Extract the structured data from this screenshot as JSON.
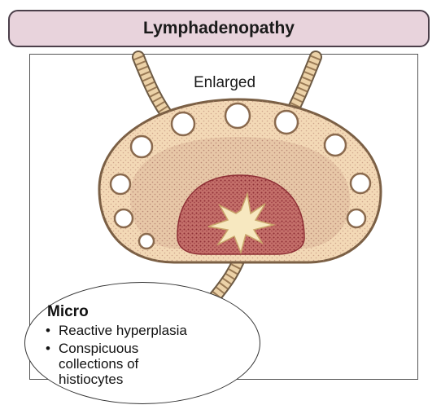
{
  "header": {
    "title": "Lymphadenopathy"
  },
  "diagram": {
    "node_label": "Enlarged",
    "micro": {
      "title": "Micro",
      "items": [
        "Reactive hyperplasia",
        "Conspicuous collections of histiocytes"
      ]
    }
  },
  "colors": {
    "title_bar_fill": "#e8d3dc",
    "cortex_fill": "#f3d9b6",
    "medulla_fill": "#c4706a",
    "follicle_fill": "#ffffff",
    "vessel_fill": "#ecd2a8"
  }
}
